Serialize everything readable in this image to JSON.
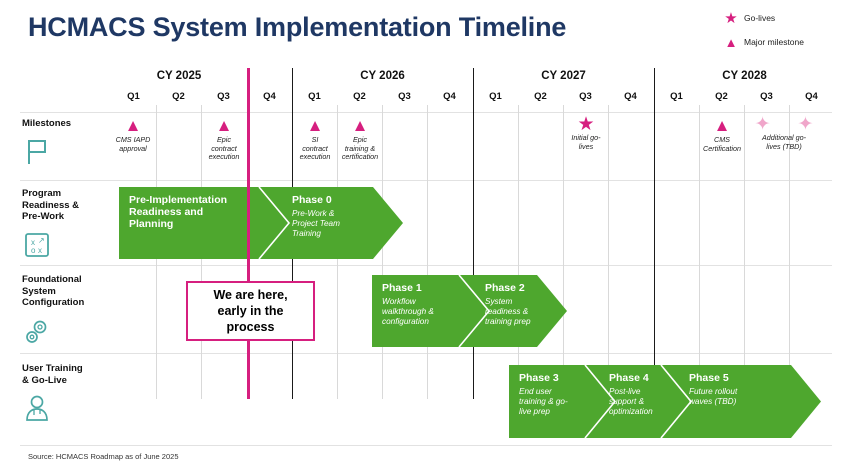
{
  "header": {
    "title": "HCMACS System Implementation Timeline",
    "title_color": "#1F3864"
  },
  "legend": {
    "items": [
      {
        "icon": "star-icon",
        "label": "Go-lives"
      },
      {
        "icon": "triangle-icon",
        "label": "Major milestone"
      }
    ],
    "color": "#D61F7F"
  },
  "timeline": {
    "years": [
      {
        "label": "CY 2025",
        "quarters": [
          "Q1",
          "Q2",
          "Q3",
          "Q4"
        ]
      },
      {
        "label": "CY 2026",
        "quarters": [
          "Q1",
          "Q2",
          "Q3",
          "Q4"
        ]
      },
      {
        "label": "CY 2027",
        "quarters": [
          "Q1",
          "Q2",
          "Q3",
          "Q4"
        ]
      },
      {
        "label": "CY 2028",
        "quarters": [
          "Q1",
          "Q2",
          "Q3",
          "Q4"
        ]
      }
    ],
    "now_marker": {
      "color": "#D61F7F",
      "at": "CY 2025 Q3/Q4 boundary"
    }
  },
  "rows": [
    {
      "label": "Milestones",
      "icon": "flag-icon"
    },
    {
      "label": "Program Readiness &\nPre-Work",
      "icon": "strategy-icon"
    },
    {
      "label": "Foundational\nSystem\nConfiguration",
      "icon": "gears-icon"
    },
    {
      "label": "User Training\n& Go-Live",
      "icon": "clinician-icon"
    }
  ],
  "row_labels": {
    "milestones": "Milestones",
    "program_readiness_l1": "Program",
    "program_readiness_l2": "Readiness &",
    "program_readiness_l3": "Pre-Work",
    "foundational_l1": "Foundational",
    "foundational_l2": "System",
    "foundational_l3": "Configuration",
    "user_training_l1": "User Training",
    "user_training_l2": "& Go-Live"
  },
  "milestones": [
    {
      "id": "cms-iapd-approval",
      "type": "triangle",
      "label": "CMS IAPD\napproval",
      "label_l1": "CMS IAPD",
      "label_l2": "approval",
      "label_l3": "",
      "year": "CY 2025",
      "quarter": "Q1"
    },
    {
      "id": "epic-contract-execution",
      "type": "triangle",
      "label": "Epic\ncontract\nexecution",
      "label_l1": "Epic",
      "label_l2": "contract",
      "label_l3": "execution",
      "year": "CY 2025",
      "quarter": "Q3"
    },
    {
      "id": "si-contract-execution",
      "type": "triangle",
      "label": "SI\ncontract\nexecution",
      "label_l1": "SI",
      "label_l2": "contract",
      "label_l3": "execution",
      "year": "CY 2026",
      "quarter": "Q1"
    },
    {
      "id": "epic-training-certification",
      "type": "triangle",
      "label": "Epic\ntraining &\ncertification",
      "label_l1": "Epic",
      "label_l2": "training &",
      "label_l3": "certification",
      "year": "CY 2026",
      "quarter": "Q2"
    },
    {
      "id": "initial-go-lives",
      "type": "star",
      "label": "Initial go-\nlives",
      "label_l1": "Initial go-",
      "label_l2": "lives",
      "label_l3": "",
      "year": "CY 2027",
      "quarter": "Q3"
    },
    {
      "id": "cms-certification",
      "type": "triangle",
      "label": "CMS\nCertification",
      "label_l1": "CMS",
      "label_l2": "Certification",
      "label_l3": "",
      "year": "CY 2028",
      "quarter": "Q2"
    },
    {
      "id": "additional-go-lives-1",
      "type": "ghost-star",
      "label": "Additional go-\nlives (TBD)",
      "label_l1": "Additional go-",
      "label_l2": "lives (TBD)",
      "label_l3": "",
      "year": "CY 2028",
      "quarter": "Q3"
    },
    {
      "id": "additional-go-lives-2",
      "type": "ghost-star",
      "label": "",
      "label_l1": "",
      "label_l2": "",
      "label_l3": "",
      "year": "CY 2028",
      "quarter": "Q4"
    }
  ],
  "phases": {
    "color": "#4EA72E",
    "program_readiness": [
      {
        "id": "pre-implementation",
        "title": "Pre-Implementation Readiness and Planning",
        "title_l1": "Pre-Implementation",
        "title_l2": "Readiness and",
        "title_l3": "Planning",
        "subtitle": "",
        "sub_l1": "",
        "sub_l2": "",
        "sub_l3": ""
      },
      {
        "id": "phase-0",
        "title": "Phase 0",
        "title_l1": "Phase 0",
        "title_l2": "",
        "title_l3": "",
        "subtitle": "Pre-Work & Project Team Training",
        "sub_l1": "Pre-Work &",
        "sub_l2": "Project Team",
        "sub_l3": "Training"
      }
    ],
    "foundational": [
      {
        "id": "phase-1",
        "title": "Phase 1",
        "title_l1": "Phase 1",
        "subtitle": "Workflow walkthrough & configuration",
        "sub_l1": "Workflow",
        "sub_l2": "walkthrough &",
        "sub_l3": "configuration"
      },
      {
        "id": "phase-2",
        "title": "Phase 2",
        "title_l1": "Phase 2",
        "subtitle": "System readiness & training prep",
        "sub_l1": "System",
        "sub_l2": "readiness &",
        "sub_l3": "training prep"
      }
    ],
    "user_training": [
      {
        "id": "phase-3",
        "title": "Phase 3",
        "title_l1": "Phase 3",
        "subtitle": "End user training & go-live prep",
        "sub_l1": "End user",
        "sub_l2": "training & go-",
        "sub_l3": "live prep"
      },
      {
        "id": "phase-4",
        "title": "Phase 4",
        "title_l1": "Phase 4",
        "subtitle": "Post-live support & optimization",
        "sub_l1": "Post-live",
        "sub_l2": "support &",
        "sub_l3": "optimization"
      },
      {
        "id": "phase-5",
        "title": "Phase 5",
        "title_l1": "Phase 5",
        "subtitle": "Future rollout waves (TBD)",
        "sub_l1": "Future rollout",
        "sub_l2": "waves (TBD)",
        "sub_l3": ""
      }
    ]
  },
  "callout": {
    "line1": "We are here,",
    "line2": "early in the",
    "line3": "process",
    "border_color": "#D61F7F"
  },
  "footer": {
    "source": "Source: HCMACS Roadmap as of June 2025"
  }
}
